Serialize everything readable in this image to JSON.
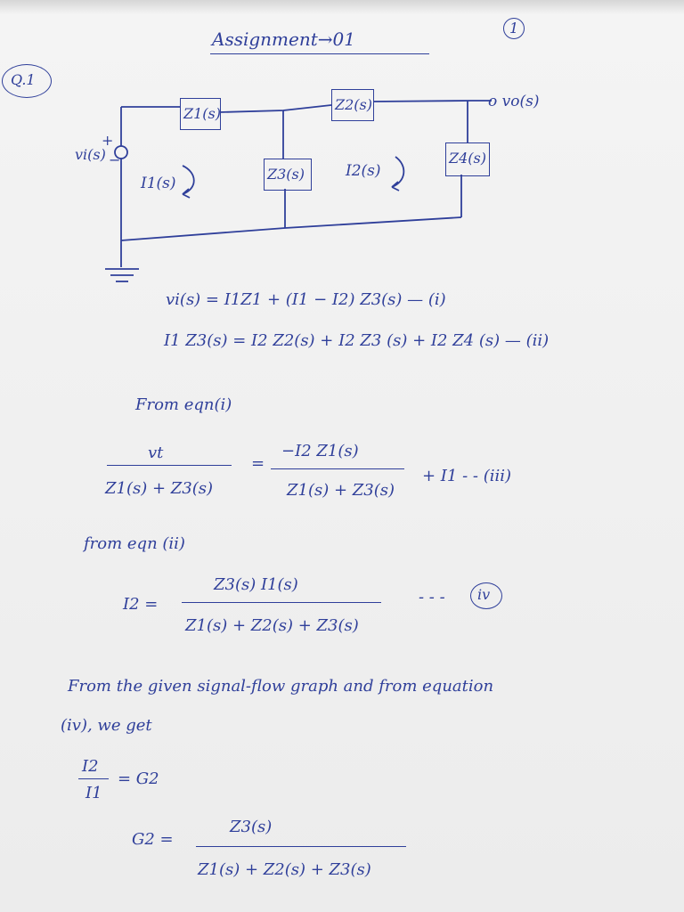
{
  "header": {
    "title": "Assignment→01",
    "page_number": "1",
    "question_label": "Q.1"
  },
  "circuit": {
    "source_label": "vi(s)",
    "source_plus": "+",
    "source_minus": "−",
    "output_label": "o vo(s)",
    "z1": "Z1(s)",
    "z2": "Z2(s)",
    "z3": "Z3(s)",
    "z4": "Z4(s)",
    "loop1": "I1(s)",
    "loop2": "I2(s)"
  },
  "equations": {
    "eq1": "vi(s) = I1Z1 + (I1 − I2) Z3(s) — (i)",
    "eq2": "I1 Z3(s) = I2 Z2(s) + I2 Z3 (s) + I2 Z4 (s) — (ii)",
    "from_i": "From eqn(i)",
    "eq3_num_left": "vt",
    "eq3_den_left": "Z1(s) + Z3(s)",
    "eq3_eq": "=",
    "eq3_num_right": "−I2 Z1(s)",
    "eq3_den_right": "Z1(s) + Z3(s)",
    "eq3_tail": "+ I1 - - (iii)",
    "from_ii": "from eqn (ii)",
    "eq4_lhs": "I2 =",
    "eq4_num": "Z3(s) I1(s)",
    "eq4_den": "Z1(s) + Z2(s) + Z3(s)",
    "eq4_tag": "- - -",
    "eq4_label": "iv",
    "text_line1": "From the given signal-flow graph and from equation",
    "text_line2": "(iv), we get",
    "ratio_num": "I2",
    "ratio_den": "I1",
    "ratio_rhs": "= G2",
    "g2_lhs": "G2 =",
    "g2_num": "Z3(s)",
    "g2_den": "Z1(s) + Z2(s) + Z3(s)"
  }
}
